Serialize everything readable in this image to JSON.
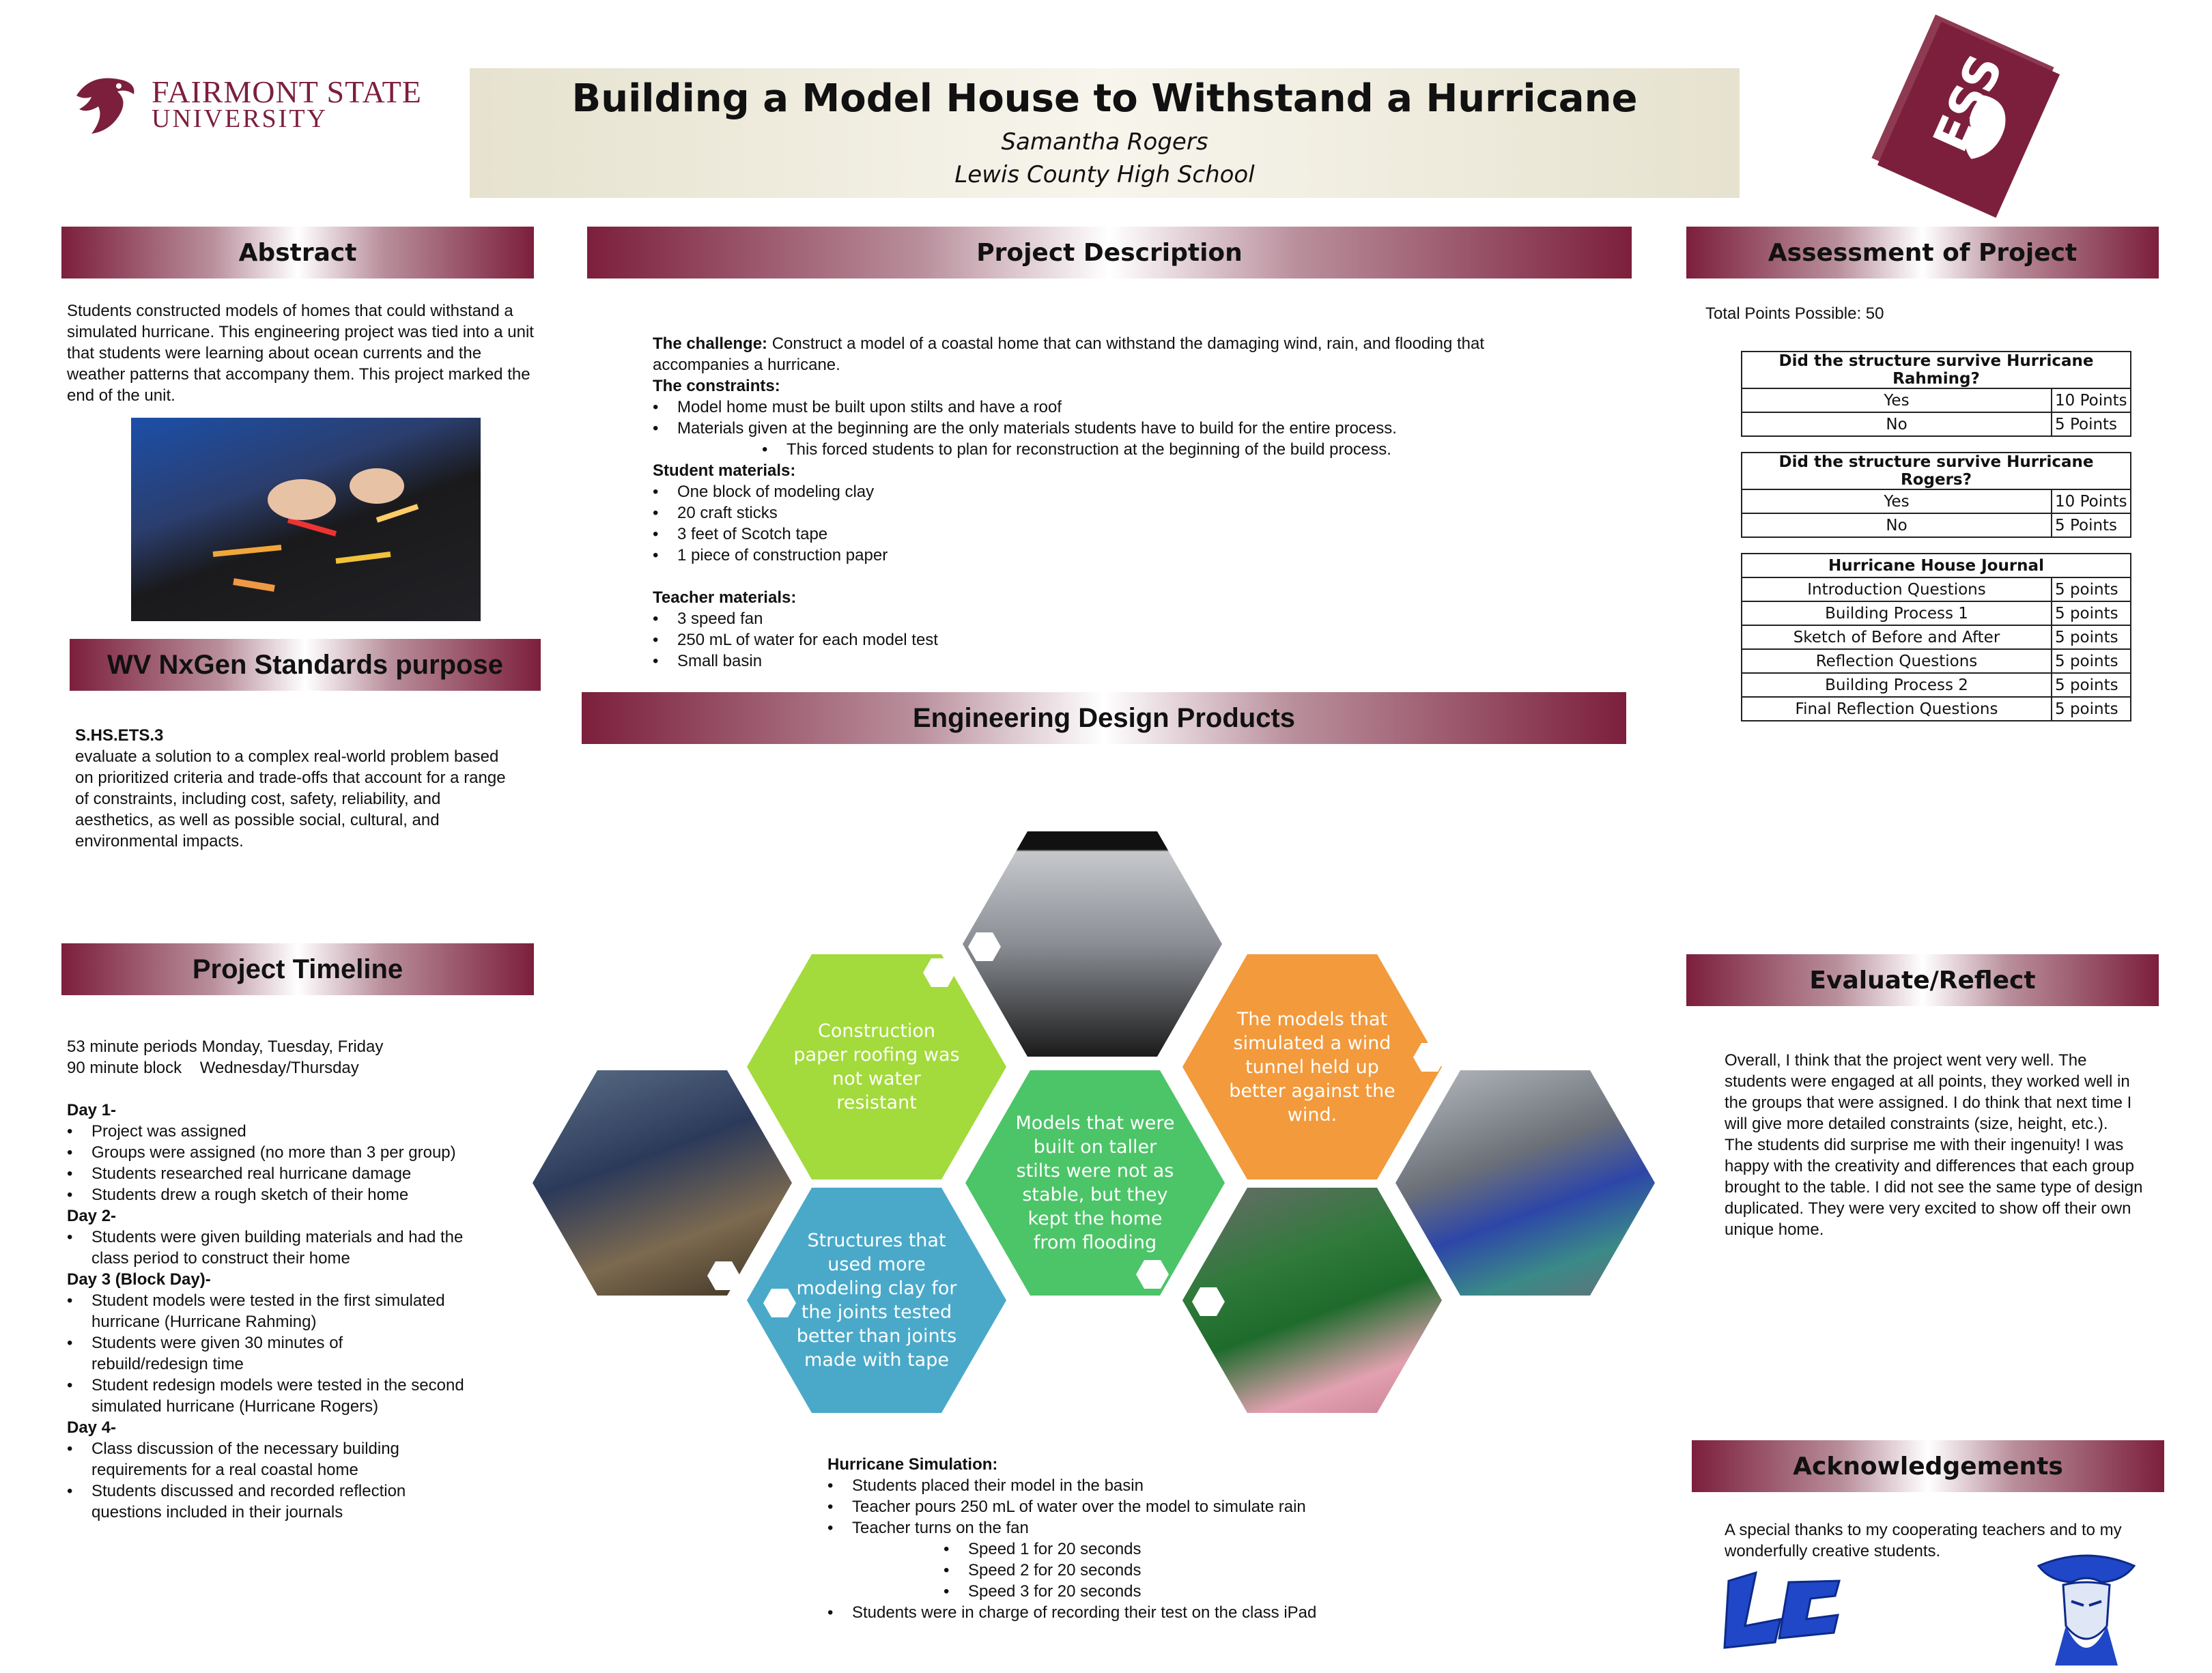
{
  "header": {
    "title": "Building a Model House to Withstand a Hurricane",
    "author": "Samantha Rogers",
    "school": "Lewis County High School",
    "logo_line1": "FAIRMONT STATE",
    "logo_line2": "UNIVERSITY",
    "passport_text": "ESS"
  },
  "abstract": {
    "heading": "Abstract",
    "text": "Students constructed models of homes that could withstand a simulated hurricane. This engineering project was tied into a unit that students were learning about ocean currents and the weather patterns that accompany them. This project marked the end of the unit."
  },
  "standards": {
    "heading": "WV NxGen Standards purpose",
    "code": "S.HS.ETS.3",
    "text": "evaluate a solution to a complex real-world problem based on prioritized criteria and trade-offs that account for a range of constraints, including cost, safety, reliability, and aesthetics, as well as possible social, cultural, and environmental impacts."
  },
  "timeline": {
    "heading": "Project Timeline",
    "line1": "53 minute periods Monday, Tuesday, Friday",
    "line2": "90 minute block    Wednesday/Thursday",
    "day1": "Day 1-",
    "day1_items": [
      "Project was assigned",
      "Groups were assigned (no more than 3 per group)",
      "Students researched real hurricane damage",
      "Students drew a rough sketch of their home"
    ],
    "day2": "Day 2-",
    "day2_items": [
      "Students were given building materials and had the class period to construct their home"
    ],
    "day3": "Day 3 (Block Day)-",
    "day3_items": [
      "Student models were tested in the first simulated hurricane (Hurricane Rahming)",
      "Students were given 30 minutes of rebuild/redesign time",
      "Student redesign models were tested in the second simulated hurricane (Hurricane Rogers)"
    ],
    "day4": "Day 4-",
    "day4_items": [
      "Class discussion of the necessary building requirements for a real coastal home",
      "Students discussed and recorded reflection questions included in their journals"
    ]
  },
  "description": {
    "heading": "Project Description",
    "challenge_label": "The challenge:",
    "challenge_text": " Construct a model of a coastal home that can withstand the damaging wind, rain, and flooding that accompanies a hurricane.",
    "constraints_label": "The constraints:",
    "constraints": [
      "Model home must be built upon stilts and have a roof",
      "Materials given at the beginning are the only materials students have to build for the entire process."
    ],
    "constraints_sub": "This forced students to plan for reconstruction at the beginning of the build process.",
    "student_label": "Student materials:",
    "student_items": [
      "One block of modeling clay",
      "20 craft sticks",
      "3 feet of Scotch tape",
      "1 piece of construction paper"
    ],
    "teacher_label": "Teacher materials:",
    "teacher_items": [
      "3 speed fan",
      "250 mL of water for each model test",
      "Small basin"
    ]
  },
  "engineering": {
    "heading": "Engineering Design Products",
    "hex_lime": "Construction paper roofing was not water resistant",
    "hex_green": "Models that were built on taller stilts were not as stable, but they kept the home from flooding",
    "hex_orange": "The models that simulated a wind tunnel held up better against the wind.",
    "hex_blue": "Structures that used more modeling clay for the joints tested better than joints made with tape",
    "colors": {
      "lime": "#a3da3c",
      "green": "#4cc468",
      "orange": "#f29a3c",
      "blue": "#4aa9c9"
    }
  },
  "simulation": {
    "label": "Hurricane Simulation:",
    "items": [
      "Students placed their model in the basin",
      "Teacher pours 250 mL of water over the model to simulate rain",
      "Teacher turns on the fan"
    ],
    "speeds": [
      "Speed 1 for 20 seconds",
      "Speed 2 for 20 seconds",
      "Speed 3 for 20 seconds"
    ],
    "last": "Students were in charge of recording their test on the class iPad"
  },
  "assessment": {
    "heading": "Assessment of Project",
    "total": "Total Points Possible: 50",
    "t1_title": "Did the structure survive Hurricane Rahming?",
    "t1_rows": [
      [
        "Yes",
        "10 Points"
      ],
      [
        "No",
        "5 Points"
      ]
    ],
    "t2_title": "Did the structure survive Hurricane Rogers?",
    "t2_rows": [
      [
        "Yes",
        "10 Points"
      ],
      [
        "No",
        "5 Points"
      ]
    ],
    "t3_title": "Hurricane House Journal",
    "t3_rows": [
      [
        "Introduction Questions",
        "5 points"
      ],
      [
        "Building Process 1",
        "5 points"
      ],
      [
        "Sketch of Before and After",
        "5 points"
      ],
      [
        "Reflection Questions",
        "5 points"
      ],
      [
        "Building Process 2",
        "5 points"
      ],
      [
        "Final Reflection Questions",
        "5 points"
      ]
    ]
  },
  "evaluate": {
    "heading": "Evaluate/Reflect",
    "p1": "Overall, I think that the project went very well. The students were engaged at all points, they worked well in the groups that were assigned. I do think that next time I will give more detailed constraints (size, height, etc.).",
    "p2": "The students did surprise me with their ingenuity! I was happy with the creativity and differences that each group brought to the table. I did not see the same type of design duplicated. They were very excited to show off their own unique home."
  },
  "acknowledgements": {
    "heading": "Acknowledgements",
    "text": "A special thanks to my cooperating teachers and to my wonderfully creative students.",
    "lc_logo": "LC"
  }
}
